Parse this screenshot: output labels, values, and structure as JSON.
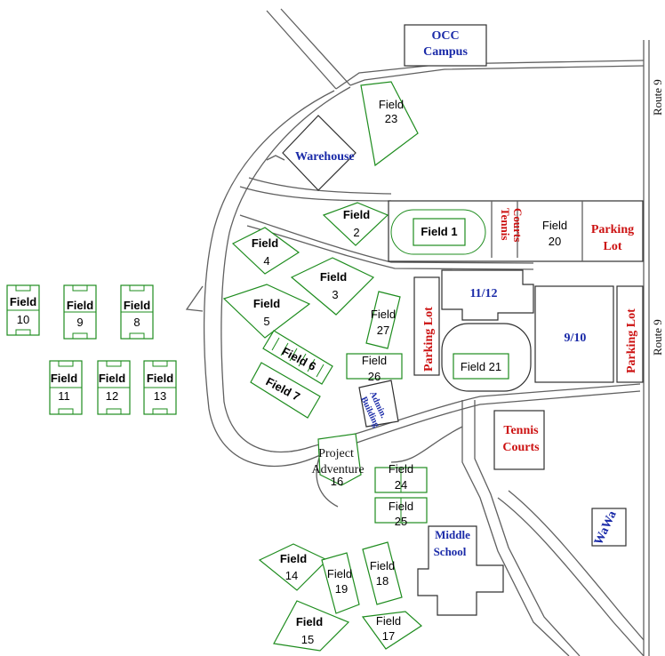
{
  "colors": {
    "field_outline": "#1e8c1e",
    "road": "#606060",
    "red_label": "#cc1111",
    "blue_label": "#1a2aa8"
  },
  "labels": {
    "occ_campus": [
      "OCC",
      "Campus"
    ],
    "route9": "Route 9",
    "warehouse": "Warehouse",
    "field23": [
      "Field",
      "23"
    ],
    "field1": "Field 1",
    "field2": [
      "Field",
      "2"
    ],
    "field20": [
      "Field",
      "20"
    ],
    "parking_lot_ne": [
      "Parking",
      "Lot"
    ],
    "tennis_courts_n": [
      "Tennis",
      "Courts"
    ],
    "field4": [
      "Field",
      "4"
    ],
    "field3": [
      "Field",
      "3"
    ],
    "field5": [
      "Field",
      "5"
    ],
    "field10": [
      "Field",
      "10"
    ],
    "field9": [
      "Field",
      "9"
    ],
    "field8": [
      "Field",
      "8"
    ],
    "field11": [
      "Field",
      "11"
    ],
    "field12": [
      "Field",
      "12"
    ],
    "field13": [
      "Field",
      "13"
    ],
    "field27": [
      "Field",
      "27"
    ],
    "field6": "Field 6",
    "field7": "Field 7",
    "field26": [
      "Field",
      "26"
    ],
    "field21": "Field 21",
    "parking_lot_mid": "Parking Lot",
    "parking_lot_e": "Parking Lot",
    "bldg_11_12": "11/12",
    "bldg_9_10": "9/10",
    "admin_building": [
      "Admin.",
      "Building"
    ],
    "tennis_courts_s": [
      "Tennis",
      "Courts"
    ],
    "project_adventure": [
      "Project",
      "Adventure",
      "16"
    ],
    "field24": [
      "Field",
      "24"
    ],
    "field25": [
      "Field",
      "25"
    ],
    "middle_school": [
      "Middle",
      "School"
    ],
    "wawa": "WaWa",
    "field14": [
      "Field",
      "14"
    ],
    "field19": [
      "Field",
      "19"
    ],
    "field18": [
      "Field",
      "18"
    ],
    "field15": [
      "Field",
      "15"
    ],
    "field17": [
      "Field",
      "17"
    ]
  }
}
